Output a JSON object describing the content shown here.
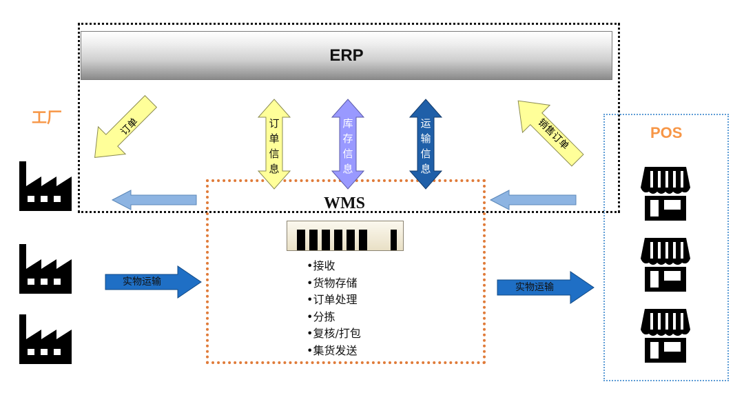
{
  "erp": {
    "label": "ERP"
  },
  "factory": {
    "label": "工厂"
  },
  "pos": {
    "label": "POS"
  },
  "wms": {
    "label": "WMS",
    "functions": [
      "•接收",
      "•货物存储",
      "•订单处理",
      "•分拣",
      "•复核/打包",
      "•集货发送"
    ]
  },
  "flows": {
    "order_to_factory": "订单",
    "order_info": "订单信息",
    "inventory_info": "库存信息",
    "transport_info": "运输信息",
    "sales_order": "销售订单",
    "physical_transport_in": "实物运输",
    "physical_transport_out": "实物运输"
  },
  "colors": {
    "erp_border": "#111111",
    "wms_border": "#e07b39",
    "pos_border": "#5b9bd5",
    "label_orange": "#f79646",
    "arrow_yellow": "#ffff99",
    "arrow_purple": "#9999ff",
    "arrow_darkblue": "#1f5fa8",
    "arrow_lightblue": "#8db4e2",
    "arrow_transport": "#1f6fc5"
  },
  "icons": [
    "factory-icon",
    "store-icon"
  ]
}
